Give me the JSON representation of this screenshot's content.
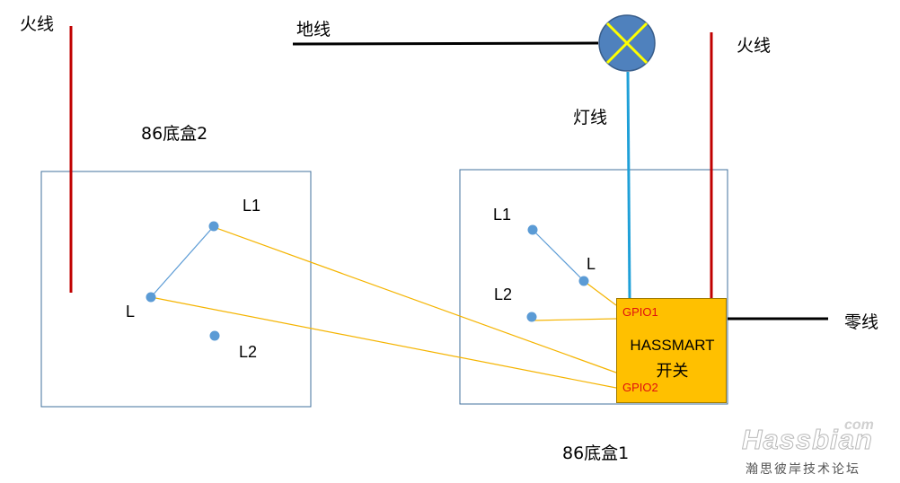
{
  "labels": {
    "live_left": "火线",
    "ground": "地线",
    "live_right": "火线",
    "lamp_wire": "灯线",
    "box2_title": "86底盒2",
    "box1_title": "86底盒1",
    "neutral": "零线",
    "box2_l1": "L1",
    "box2_l": "L",
    "box2_l2": "L2",
    "box1_l1": "L1",
    "box1_l": "L",
    "box1_l2": "L2"
  },
  "module": {
    "name": "HASSMART",
    "subtitle": "开关",
    "gpio1": "GPIO1",
    "gpio2": "GPIO2"
  },
  "watermark": {
    "com": "com",
    "brand": "Hassbian",
    "tagline": "瀚思彼岸技术论坛"
  },
  "colors": {
    "live": "#c00000",
    "ground_neutral": "#000000",
    "lamp_wire": "#1fa0d8",
    "signal": "#f5b400",
    "terminal": "#5b9bd5",
    "box_border": "#41719c",
    "lamp_fill": "#4f81bd",
    "lamp_cross": "#ffff00",
    "module_fill": "#ffc000"
  }
}
